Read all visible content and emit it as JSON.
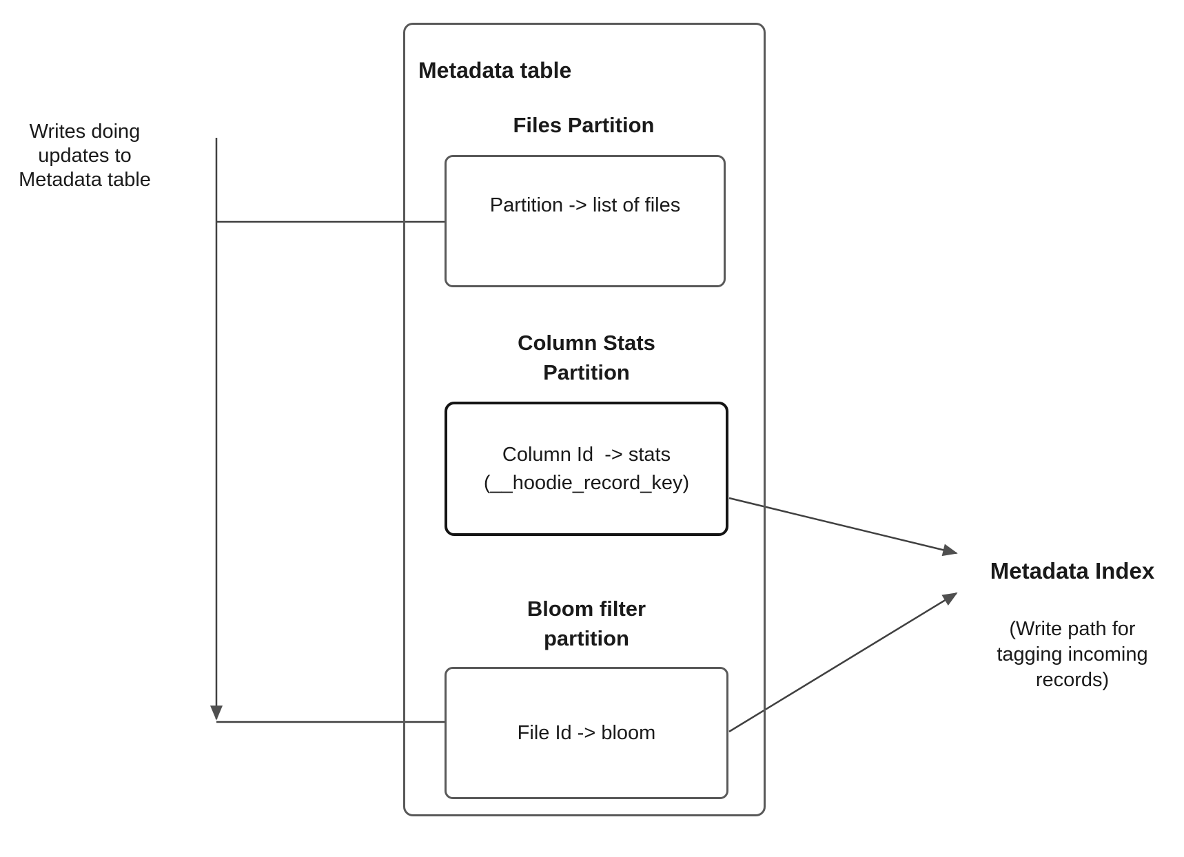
{
  "colors": {
    "line": "#404040",
    "arrowhead": "#4f4f4f",
    "box_border": "#595959",
    "emphasis_border": "#141414",
    "text": "#1a1a1a",
    "bg": "#ffffff"
  },
  "writes_note": {
    "lines": [
      "Writes doing",
      "updates to",
      "Metadata table"
    ]
  },
  "metadata_table": {
    "title": "Metadata table",
    "sections": [
      {
        "heading_lines": [
          "Files Partition"
        ],
        "box_lines": [
          "Partition -> list of files"
        ]
      },
      {
        "heading_lines": [
          "Column Stats",
          "Partition"
        ],
        "box_lines": [
          "Column Id  -> stats",
          "(__hoodie_record_key)"
        ]
      },
      {
        "heading_lines": [
          "Bloom filter",
          "partition"
        ],
        "box_lines": [
          "File Id -> bloom"
        ]
      }
    ]
  },
  "metadata_index": {
    "title": "Metadata Index",
    "subtitle_lines": [
      "(Write path for",
      "tagging incoming",
      "records)"
    ]
  }
}
